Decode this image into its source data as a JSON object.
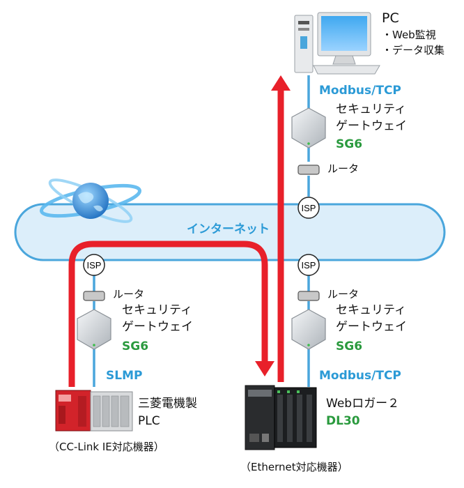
{
  "pc": {
    "title": "PC",
    "line1": "・Web監視",
    "line2": "・データ収集"
  },
  "internet": {
    "label": "インターネット"
  },
  "top_segment": {
    "protocol": "Modbus/TCP",
    "gateway_line1": "セキュリティ",
    "gateway_line2": "ゲートウェイ",
    "gateway_model": "SG6",
    "router": "ルータ",
    "isp": "ISP"
  },
  "left_segment": {
    "isp": "ISP",
    "router": "ルータ",
    "gateway_line1": "セキュリティ",
    "gateway_line2": "ゲートウェイ",
    "gateway_model": "SG6",
    "protocol": "SLMP",
    "device_line1": "三菱電機製",
    "device_line2": "PLC",
    "device_note": "（CC-Link IE対応機器）"
  },
  "right_segment": {
    "isp": "ISP",
    "router": "ルータ",
    "gateway_line1": "セキュリティ",
    "gateway_line2": "ゲートウェイ",
    "gateway_model": "SG6",
    "protocol": "Modbus/TCP",
    "device_line1": "Webロガー２",
    "device_model": "DL30",
    "device_note": "（Ethernet対応機器）"
  },
  "colors": {
    "arrow": "#e8202a",
    "line": "#4aa6dc",
    "cloud_fill": "#dceefa",
    "cloud_stroke": "#4aa6dc",
    "accent_blue": "#2b9ad6",
    "accent_green": "#2a9a3e"
  },
  "icons": [
    "pc-icon",
    "globe-icon",
    "gateway-icon",
    "router-icon",
    "plc-icon",
    "logger-icon"
  ]
}
